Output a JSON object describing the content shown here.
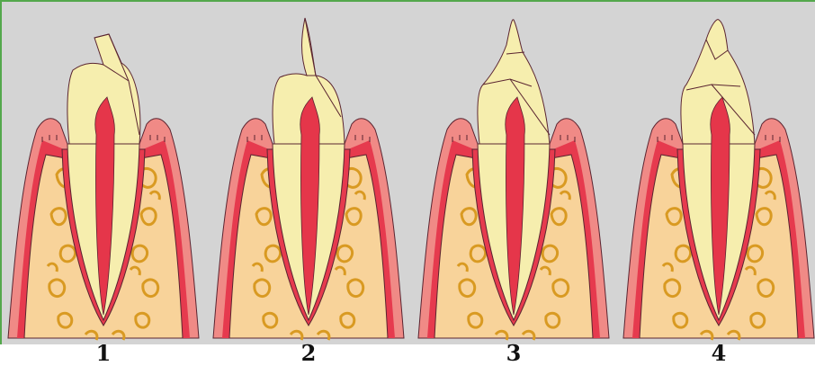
{
  "colors": {
    "background": "#d4d4d4",
    "frame_border": "#54a84c",
    "gum": "#f08a86",
    "periodontium": "#e63a4e",
    "bone": "#f8d39a",
    "trabecular_pattern": "#d99a22",
    "tooth": "#f6eeae",
    "pulp": "#e5364a",
    "outline": "#5a2430"
  },
  "panels": [
    {
      "label": "1"
    },
    {
      "label": "2"
    },
    {
      "label": "3"
    },
    {
      "label": "4"
    }
  ]
}
